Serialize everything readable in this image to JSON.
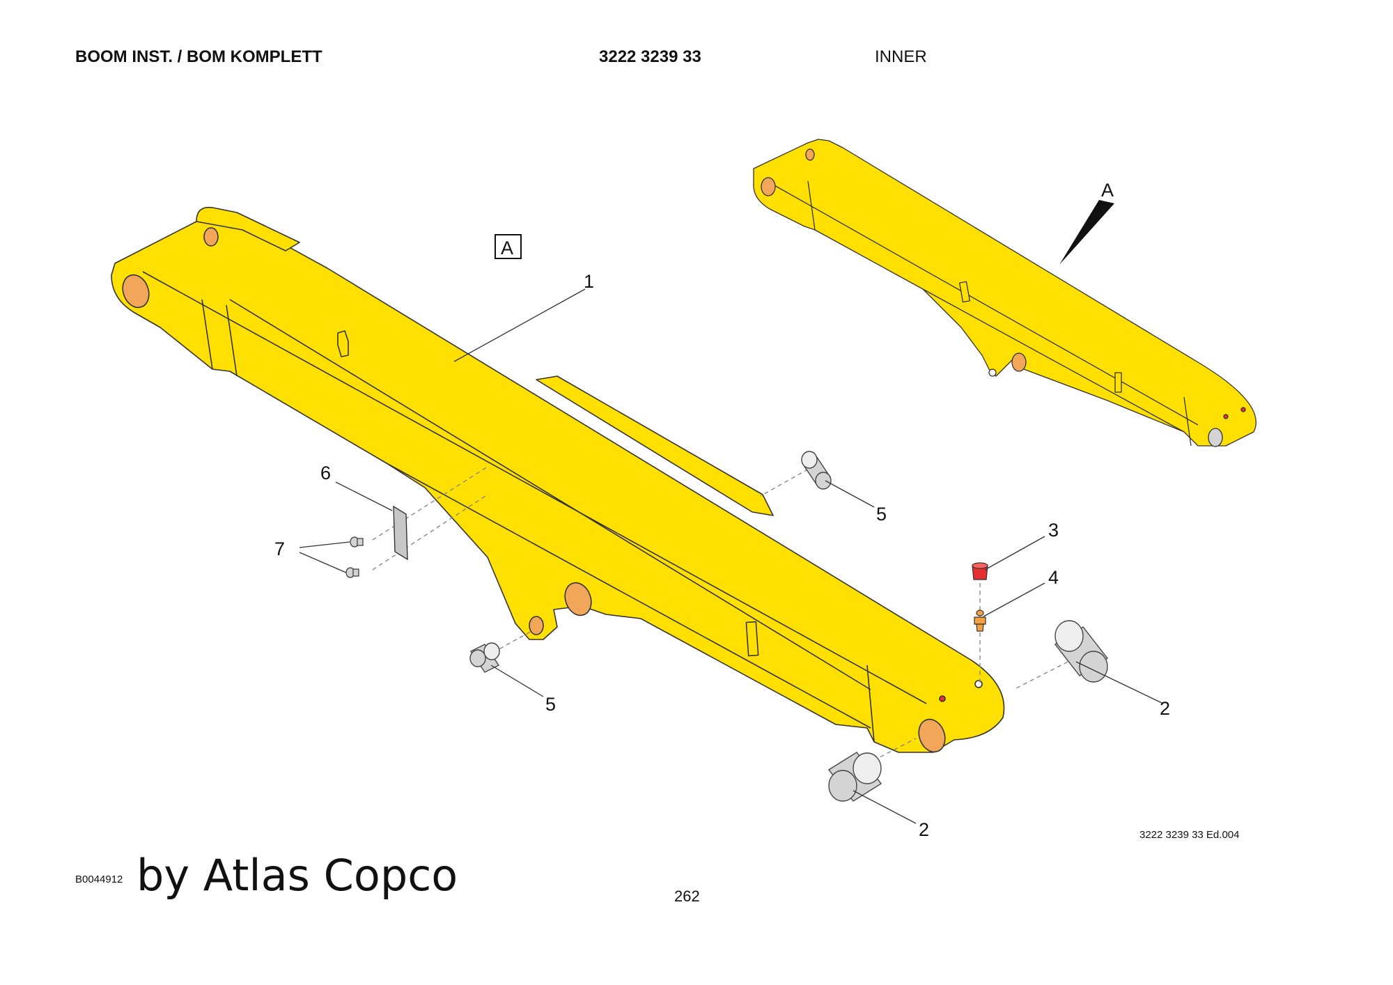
{
  "header": {
    "title": "BOOM INST. / BOM KOMPLETT",
    "part_number": "3222 3239 33",
    "variant": "INNER"
  },
  "diagram": {
    "view_label": "A",
    "overview_arrow_label": "A",
    "callouts": {
      "boom": "1",
      "bushing_front_top": "2",
      "bushing_front_bottom": "2",
      "plug": "3",
      "grease_nipple": "4",
      "bushing_rear_top": "5",
      "bushing_rear_bottom": "5",
      "plate": "6",
      "screws": "7"
    },
    "colors": {
      "boom_yellow": "#FFE000",
      "bore_orange": "#F2A65A",
      "plug_red": "#E53030",
      "nipple_orange": "#F5A040",
      "bushing_gray": "#D4D4D4"
    }
  },
  "footer": {
    "edition": "3222 3239 33 Ed.004",
    "figure_id": "B0044912",
    "brand": "by Atlas Copco",
    "page_number": "262"
  }
}
